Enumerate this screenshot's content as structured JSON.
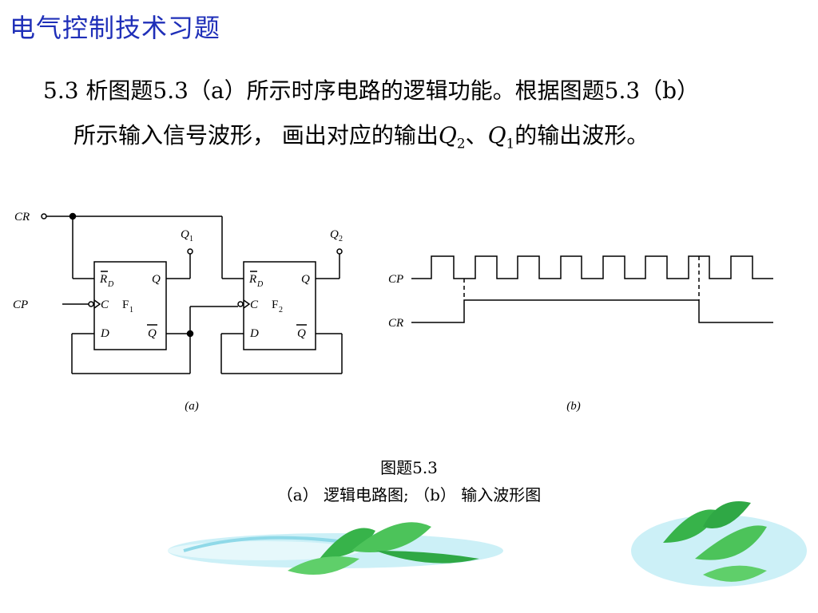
{
  "header": {
    "title": "电气控制技术习题"
  },
  "problem": {
    "line1": "5.3 析图题5.3（a）所示时序电路的逻辑功能。根据图题5.3（b）",
    "line2_pre": "所示输入信号波形， 画出对应的输出",
    "q2_letter": "Q",
    "q2_sub": "2",
    "sep": "、",
    "q1_letter": "Q",
    "q1_sub": "1",
    "line2_post": "的输出波形。"
  },
  "circuit": {
    "cr": "CR",
    "cp": "CP",
    "q1": "Q",
    "q1_sub": "1",
    "q2": "Q",
    "q2_sub": "2",
    "rd": "R",
    "rd_sub": "D",
    "q": "Q",
    "qbar": "Q",
    "c": "C",
    "d": "D",
    "f": "F",
    "f1_sub": "1",
    "f2_sub": "2",
    "caption": "(a)"
  },
  "waveform": {
    "cp": "CP",
    "cr": "CR",
    "caption": "(b)"
  },
  "figure": {
    "caption_line1": "图题5.3",
    "caption_line2": "（a） 逻辑电路图;    （b） 输入波形图"
  },
  "colors": {
    "title": "#1f2fb8"
  }
}
